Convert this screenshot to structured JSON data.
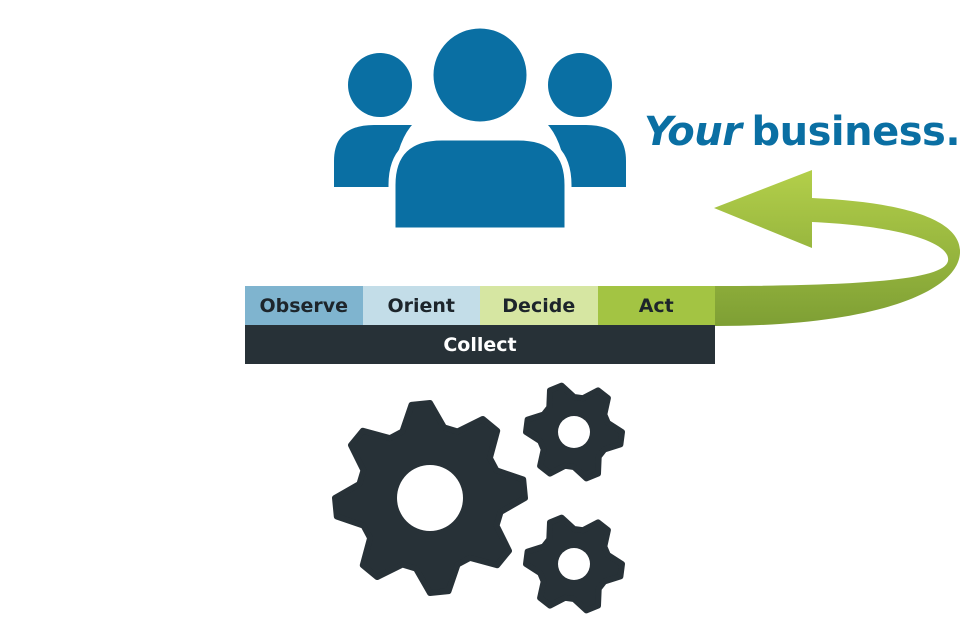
{
  "headline": {
    "emphasis": "Your",
    "rest": "business."
  },
  "loop": {
    "stages": [
      {
        "label": "Observe",
        "color": "#7fb4cf"
      },
      {
        "label": "Orient",
        "color": "#c3dde8"
      },
      {
        "label": "Decide",
        "color": "#d6e6a2"
      },
      {
        "label": "Act",
        "color": "#a3c443"
      }
    ],
    "base_label": "Collect",
    "base_color": "#273137",
    "arrow_color": "#8ab33a"
  },
  "icons": {
    "top": "people-group-icon",
    "bottom": "gears-icon",
    "top_color": "#0a6fa3",
    "bottom_color": "#273137"
  }
}
